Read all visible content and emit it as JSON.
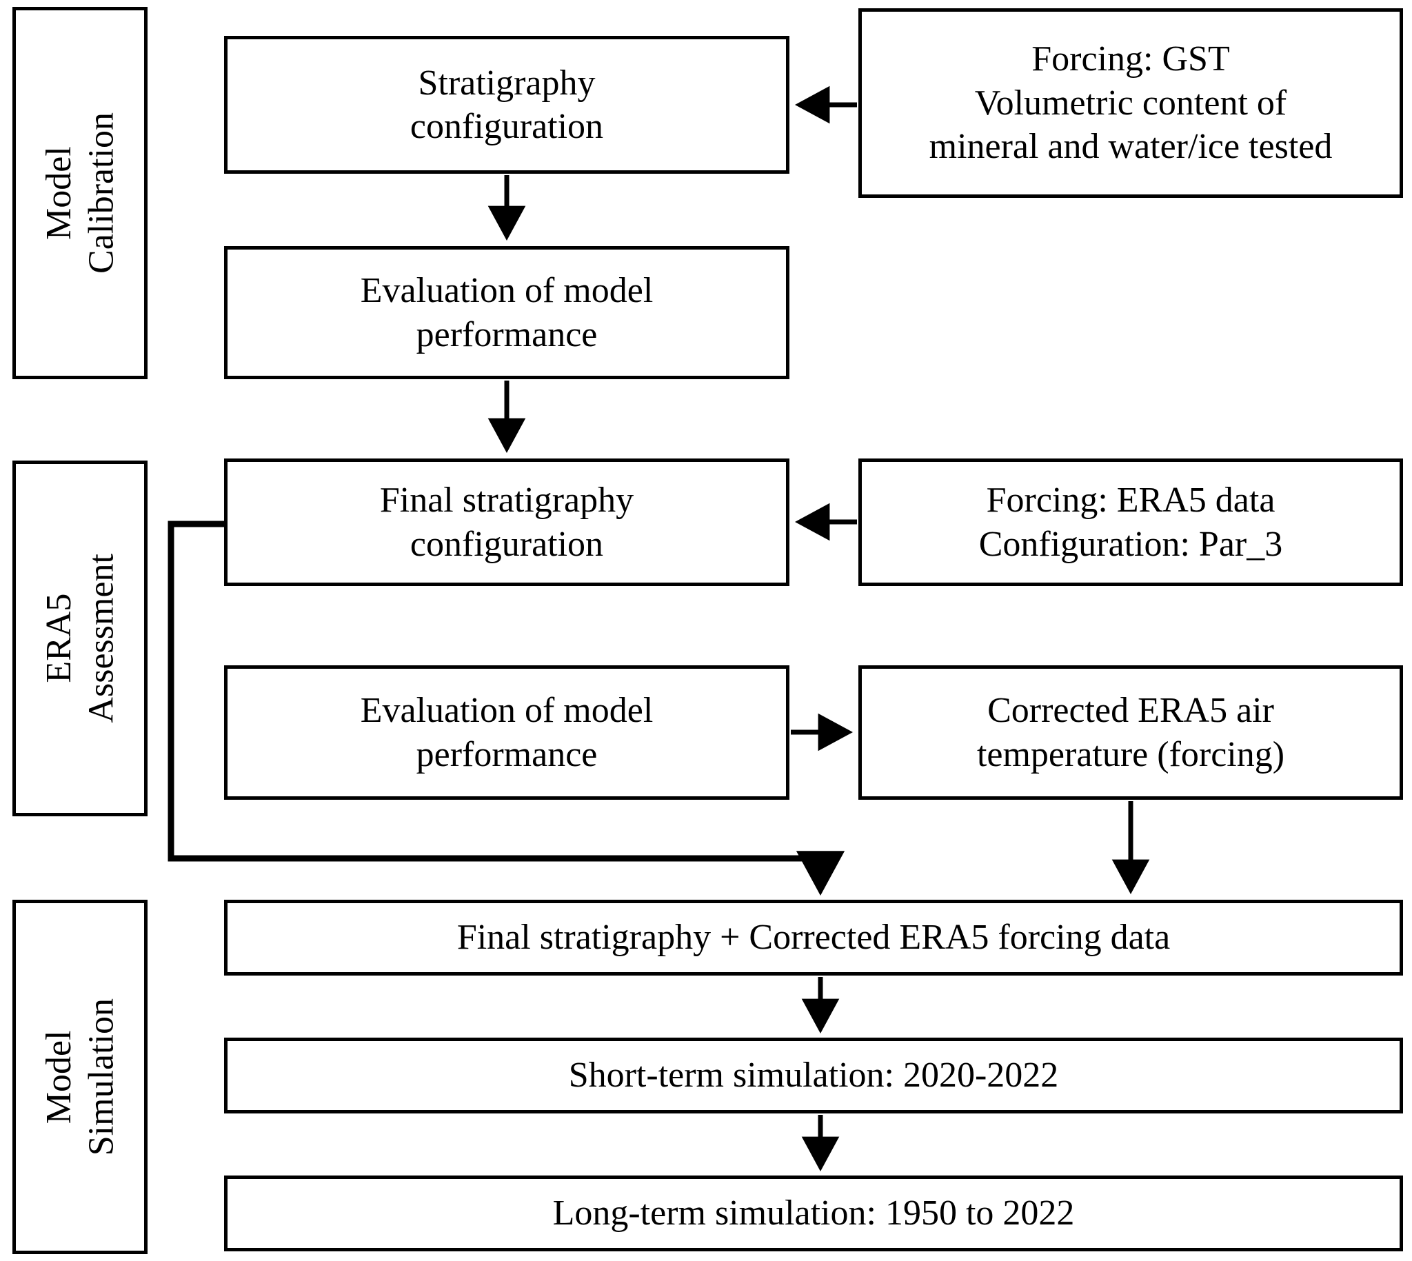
{
  "diagram": {
    "title_present": false,
    "stages": [
      {
        "id": "stage-model-calibration",
        "label": "Model\nCalibration"
      },
      {
        "id": "stage-era5-assessment",
        "label": "ERA5\nAssessment"
      },
      {
        "id": "stage-model-simulation",
        "label": "Model\nSimulation"
      }
    ],
    "nodes": [
      {
        "id": "node-stratigraphy-configuration",
        "label": "Stratigraphy\nconfiguration",
        "font_size": 52
      },
      {
        "id": "node-forcing-gst",
        "label": "Forcing: GST\nVolumetric content of\nmineral and water/ice tested",
        "font_size": 52
      },
      {
        "id": "node-evaluation-model-performance-1",
        "label": "Evaluation of model\nperformance",
        "font_size": 52
      },
      {
        "id": "node-final-stratigraphy-configuration",
        "label": "Final stratigraphy\nconfiguration",
        "font_size": 52
      },
      {
        "id": "node-forcing-era5",
        "label": "Forcing: ERA5 data\nConfiguration: Par_3",
        "font_size": 52
      },
      {
        "id": "node-evaluation-model-performance-2",
        "label": "Evaluation of model\nperformance",
        "font_size": 52
      },
      {
        "id": "node-corrected-era5-air-temperature",
        "label": "Corrected ERA5 air\ntemperature (forcing)",
        "font_size": 52
      },
      {
        "id": "node-final-stratigraphy-plus-forcing",
        "label": "Final stratigraphy + Corrected ERA5 forcing data",
        "font_size": 52
      },
      {
        "id": "node-short-term-simulation",
        "label": "Short-term simulation: 2020-2022",
        "font_size": 52
      },
      {
        "id": "node-long-term-simulation",
        "label": "Long-term simulation: 1950 to 2022",
        "font_size": 52
      }
    ],
    "colors": {
      "line": "#000000",
      "box_fill": "#ffffff",
      "text": "#000000"
    }
  }
}
